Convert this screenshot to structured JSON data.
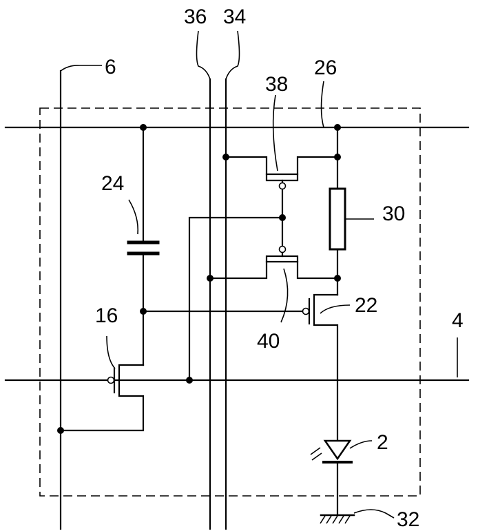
{
  "labels": {
    "l2": "2",
    "l4": "4",
    "l6": "6",
    "l16": "16",
    "l22": "22",
    "l24": "24",
    "l26": "26",
    "l30": "30",
    "l32": "32",
    "l34": "34",
    "l36": "36",
    "l38": "38",
    "l40": "40"
  }
}
